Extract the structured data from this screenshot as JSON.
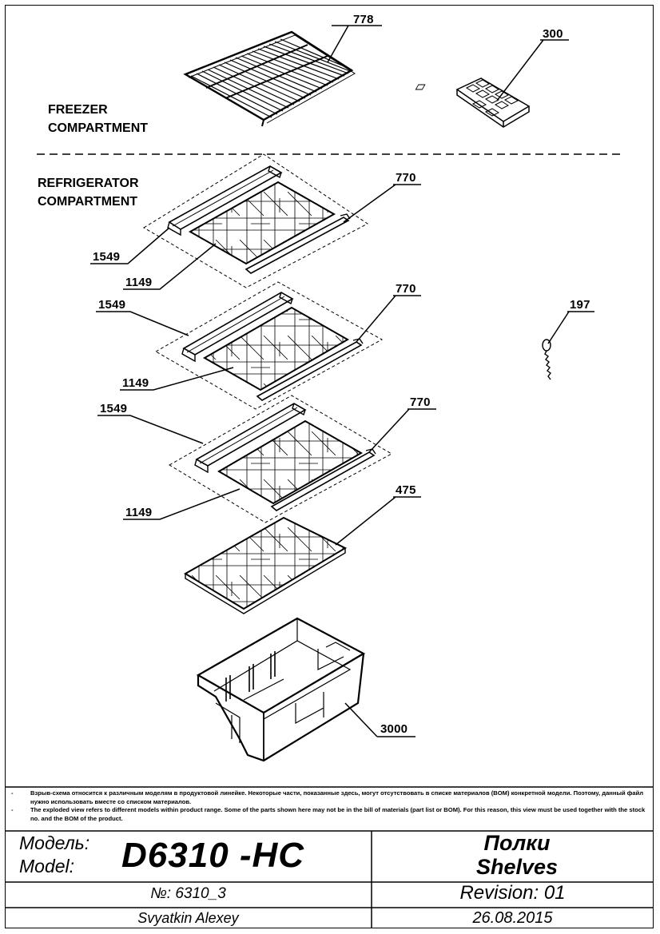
{
  "compartments": {
    "freezer": [
      "FREEZER",
      "COMPARTMENT"
    ],
    "refrigerator": [
      "REFRIGERATOR",
      "COMPARTMENT"
    ]
  },
  "part_labels": {
    "p778": "778",
    "p300": "300",
    "p770a": "770",
    "p1549a": "1549",
    "p1149a": "1149",
    "p1549b": "1549",
    "p770b": "770",
    "p197": "197",
    "p1149b": "1149",
    "p1549c": "1549",
    "p770c": "770",
    "p1149c": "1149",
    "p475": "475",
    "p3000": "3000"
  },
  "notes": {
    "dash": "-",
    "ru": "Взрыв-схема относится к различным моделям в продуктовой линейке.  Некоторые части, показанные здесь, могут отсутствовать в списке материалов (BOM) конкретной модели. Поэтому,  данный файл нужно использовать вместе со списком материалов.",
    "en": "The exploded view refers to different models within product range. Some of the parts shown here may not be in the bill of materials (part list or BOM). For this reason, this view must be used together with the stock no. and the BOM of the product."
  },
  "title_block": {
    "model_label_ru": "Модель:",
    "model_label_en": "Model:",
    "model": "D6310 -HC",
    "title_ru": "Полки",
    "title_en": "Shelves",
    "number": "№: 6310_3",
    "revision": "Revision: 01",
    "author": "Svyatkin Alexey",
    "date": "26.08.2015"
  }
}
